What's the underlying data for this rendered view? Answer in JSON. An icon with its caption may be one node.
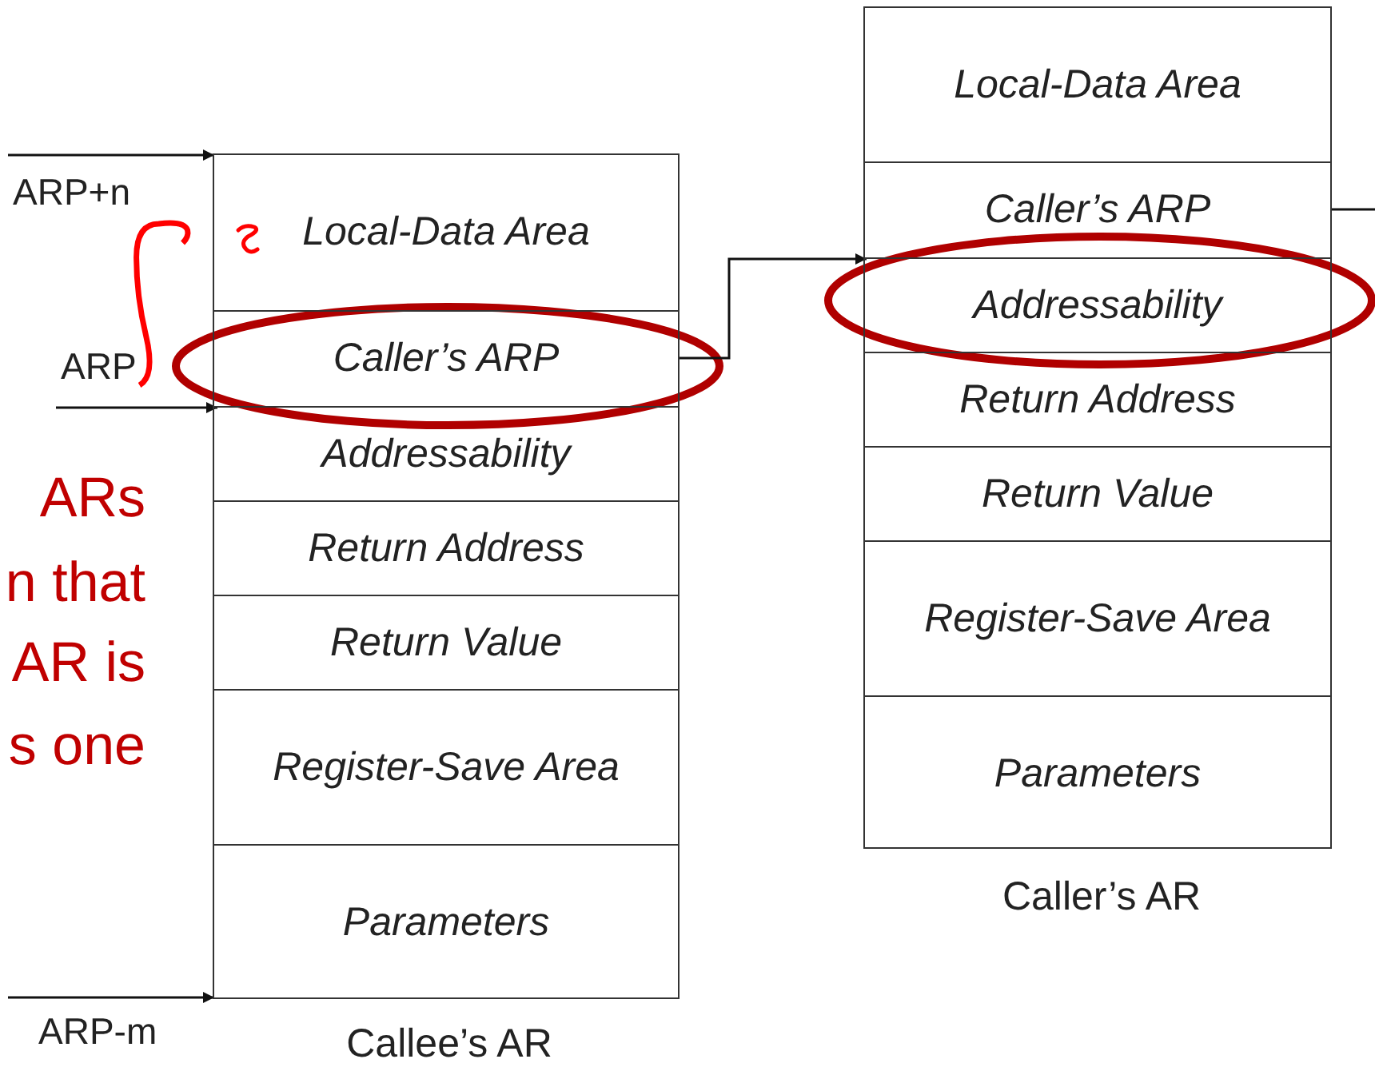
{
  "diagram": {
    "nodes": [
      {
        "text": [
          "Callee’s AR"
        ]
      },
      {
        "text": [
          "Local-Data Area"
        ],
        "in": 0
      },
      {
        "text": [
          "Caller’s ARP"
        ],
        "in": 0
      },
      {
        "text": [
          "Addressability"
        ],
        "in": 0
      },
      {
        "text": [
          "Return Address"
        ],
        "in": 0
      },
      {
        "text": [
          "Return Value"
        ],
        "in": 0
      },
      {
        "text": [
          "Register-Save Area"
        ],
        "in": 0
      },
      {
        "text": [
          "Parameters"
        ],
        "in": 0
      },
      {
        "text": [
          "Caller’s AR"
        ]
      },
      {
        "text": [
          "Local-Data Area"
        ],
        "in": 8
      },
      {
        "text": [
          "Caller’s ARP"
        ],
        "in": 8
      },
      {
        "text": [
          "Addressability"
        ],
        "in": 8
      },
      {
        "text": [
          "Return Address"
        ],
        "in": 8
      },
      {
        "text": [
          "Return Value"
        ],
        "in": 8
      },
      {
        "text": [
          "Register-Save Area"
        ],
        "in": 8
      },
      {
        "text": [
          "Parameters"
        ],
        "in": 8
      },
      {
        "text": [
          "ARP+n"
        ]
      },
      {
        "text": [
          "ARP"
        ]
      },
      {
        "text": [
          "ARP-m"
        ]
      }
    ],
    "edges": [
      {
        "from": 2,
        "to": 11,
        "arrow": "to"
      },
      {
        "from": 10,
        "to": null,
        "arrow": "none"
      },
      {
        "from": 16,
        "to": 0,
        "arrow": "to"
      },
      {
        "from": 17,
        "to": 3,
        "arrow": "to"
      },
      {
        "from": 18,
        "to": 0,
        "arrow": "to"
      },
      {
        "from": 17,
        "to": null,
        "arrow": "none",
        "style": "thick",
        "color": "#ff0000"
      }
    ],
    "labels": [
      "ARs",
      "n that",
      "AR is",
      "s one"
    ]
  }
}
